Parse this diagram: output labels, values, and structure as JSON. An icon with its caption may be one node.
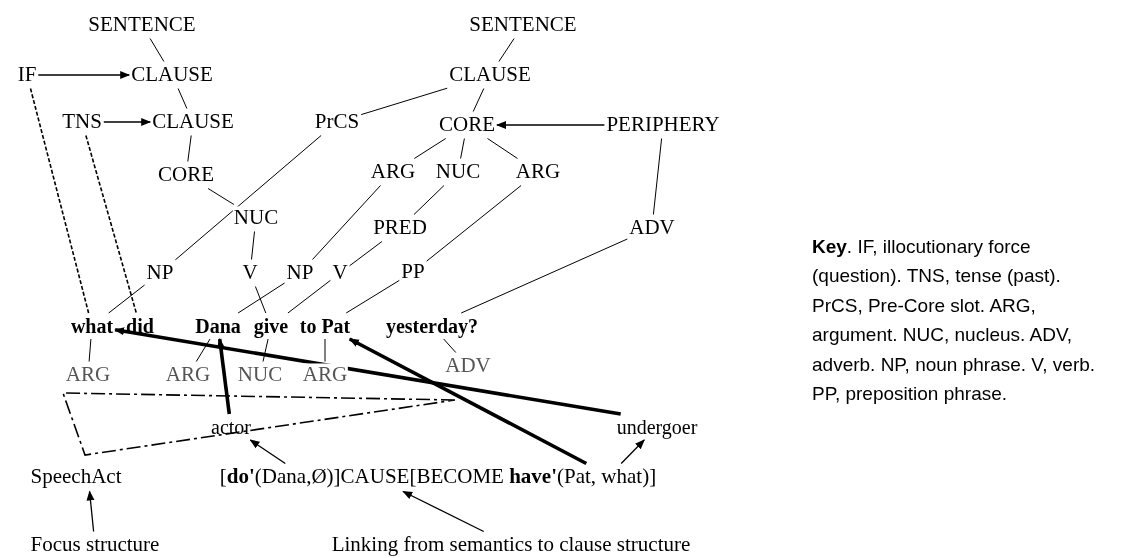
{
  "diagram": {
    "nodes": [
      {
        "text": [
          "SENTENCE"
        ]
      },
      {
        "text": [
          "SENTENCE"
        ]
      },
      {
        "text": [
          "IF"
        ]
      },
      {
        "text": [
          "CLAUSE"
        ]
      },
      {
        "text": [
          "CLAUSE"
        ]
      },
      {
        "text": [
          "TNS"
        ]
      },
      {
        "text": [
          "CLAUSE"
        ]
      },
      {
        "text": [
          "PrCS"
        ]
      },
      {
        "text": [
          "CORE"
        ]
      },
      {
        "text": [
          "PERIPHERY"
        ]
      },
      {
        "text": [
          "CORE"
        ]
      },
      {
        "text": [
          "ARG"
        ]
      },
      {
        "text": [
          "NUC"
        ]
      },
      {
        "text": [
          "ARG"
        ]
      },
      {
        "text": [
          "NUC"
        ]
      },
      {
        "text": [
          "PRED"
        ]
      },
      {
        "text": [
          "ADV"
        ]
      },
      {
        "text": [
          "NP"
        ]
      },
      {
        "text": [
          "V"
        ]
      },
      {
        "text": [
          "NP"
        ]
      },
      {
        "text": [
          "V"
        ]
      },
      {
        "text": [
          "PP"
        ]
      },
      {
        "text": [
          "what"
        ]
      },
      {
        "text": [
          "did"
        ]
      },
      {
        "text": [
          "Dana"
        ]
      },
      {
        "text": [
          "give"
        ]
      },
      {
        "text": [
          "to Pat"
        ]
      },
      {
        "text": [
          "yesterday?"
        ]
      },
      {
        "text": [
          "ARG"
        ]
      },
      {
        "text": [
          "ARG"
        ]
      },
      {
        "text": [
          "NUC"
        ]
      },
      {
        "text": [
          "ARG"
        ]
      },
      {
        "text": [
          "ADV"
        ]
      },
      {
        "text": [
          "actor"
        ]
      },
      {
        "text": [
          "undergoer"
        ]
      },
      {
        "text": [
          "SpeechAct"
        ]
      },
      {
        "text": [
          "[**do'**(Dana,Ø)]CAUSE[BECOME **have'**(Pat, what)]"
        ]
      },
      {
        "text": [
          "Focus structure"
        ]
      },
      {
        "text": [
          "Linking from semantics to clause structure"
        ]
      }
    ],
    "edges": [
      {
        "from": 0,
        "to": 3,
        "arrow": "none"
      },
      {
        "from": 2,
        "to": 3,
        "arrow": "to"
      },
      {
        "from": 3,
        "to": 6,
        "arrow": "none"
      },
      {
        "from": 5,
        "to": 6,
        "arrow": "to"
      },
      {
        "from": 6,
        "to": 10,
        "arrow": "none"
      },
      {
        "from": 10,
        "to": 14,
        "arrow": "none"
      },
      {
        "from": 14,
        "to": 18,
        "arrow": "none"
      },
      {
        "from": 18,
        "to": 25,
        "arrow": "none"
      },
      {
        "from": 2,
        "to": 22,
        "arrow": "none",
        "style": "dashed"
      },
      {
        "from": 5,
        "to": 23,
        "arrow": "none",
        "style": "dashed"
      },
      {
        "from": 1,
        "to": 4,
        "arrow": "none"
      },
      {
        "from": 4,
        "to": 7,
        "arrow": "none"
      },
      {
        "from": 4,
        "to": 8,
        "arrow": "none"
      },
      {
        "from": 9,
        "to": 8,
        "arrow": "to"
      },
      {
        "from": 8,
        "to": 11,
        "arrow": "none"
      },
      {
        "from": 8,
        "to": 12,
        "arrow": "none"
      },
      {
        "from": 8,
        "to": 13,
        "arrow": "none"
      },
      {
        "from": 9,
        "to": 16,
        "arrow": "none"
      },
      {
        "from": 7,
        "to": 17,
        "arrow": "none"
      },
      {
        "from": 11,
        "to": 19,
        "arrow": "none"
      },
      {
        "from": 12,
        "to": 15,
        "arrow": "none"
      },
      {
        "from": 15,
        "to": 20,
        "arrow": "none"
      },
      {
        "from": 13,
        "to": 21,
        "arrow": "none"
      },
      {
        "from": 16,
        "to": 27,
        "arrow": "none"
      },
      {
        "from": 17,
        "to": 22,
        "arrow": "none"
      },
      {
        "from": 19,
        "to": 24,
        "arrow": "none"
      },
      {
        "from": 20,
        "to": 25,
        "arrow": "none"
      },
      {
        "from": 21,
        "to": 26,
        "arrow": "none"
      },
      {
        "from": 22,
        "to": 28,
        "arrow": "none"
      },
      {
        "from": 24,
        "to": 29,
        "arrow": "none"
      },
      {
        "from": 25,
        "to": 30,
        "arrow": "none"
      },
      {
        "from": 26,
        "to": 31,
        "arrow": "none"
      },
      {
        "from": 27,
        "to": 32,
        "arrow": "none"
      },
      {
        "from": 34,
        "to": 22,
        "arrow": "to",
        "style": "thick"
      },
      {
        "from": 36,
        "to": 26,
        "arrow": "to",
        "style": "thick"
      },
      {
        "from": 33,
        "to": 24,
        "arrow": "to",
        "style": "thick"
      },
      {
        "from": 36,
        "to": 33,
        "arrow": "to"
      },
      {
        "from": 36,
        "to": 34,
        "arrow": "to"
      },
      {
        "from": 37,
        "to": 35,
        "arrow": "to"
      },
      {
        "from": 38,
        "to": 36,
        "arrow": "to"
      }
    ],
    "labels": [
      "**Key**. IF, illocutionary force (question). TNS, tense (past). PrCS, Pre-Core slot. ARG, argument. NUC, nucleus. ADV, adverb. NP, noun phrase. V, verb. PP, preposition phrase."
    ]
  }
}
